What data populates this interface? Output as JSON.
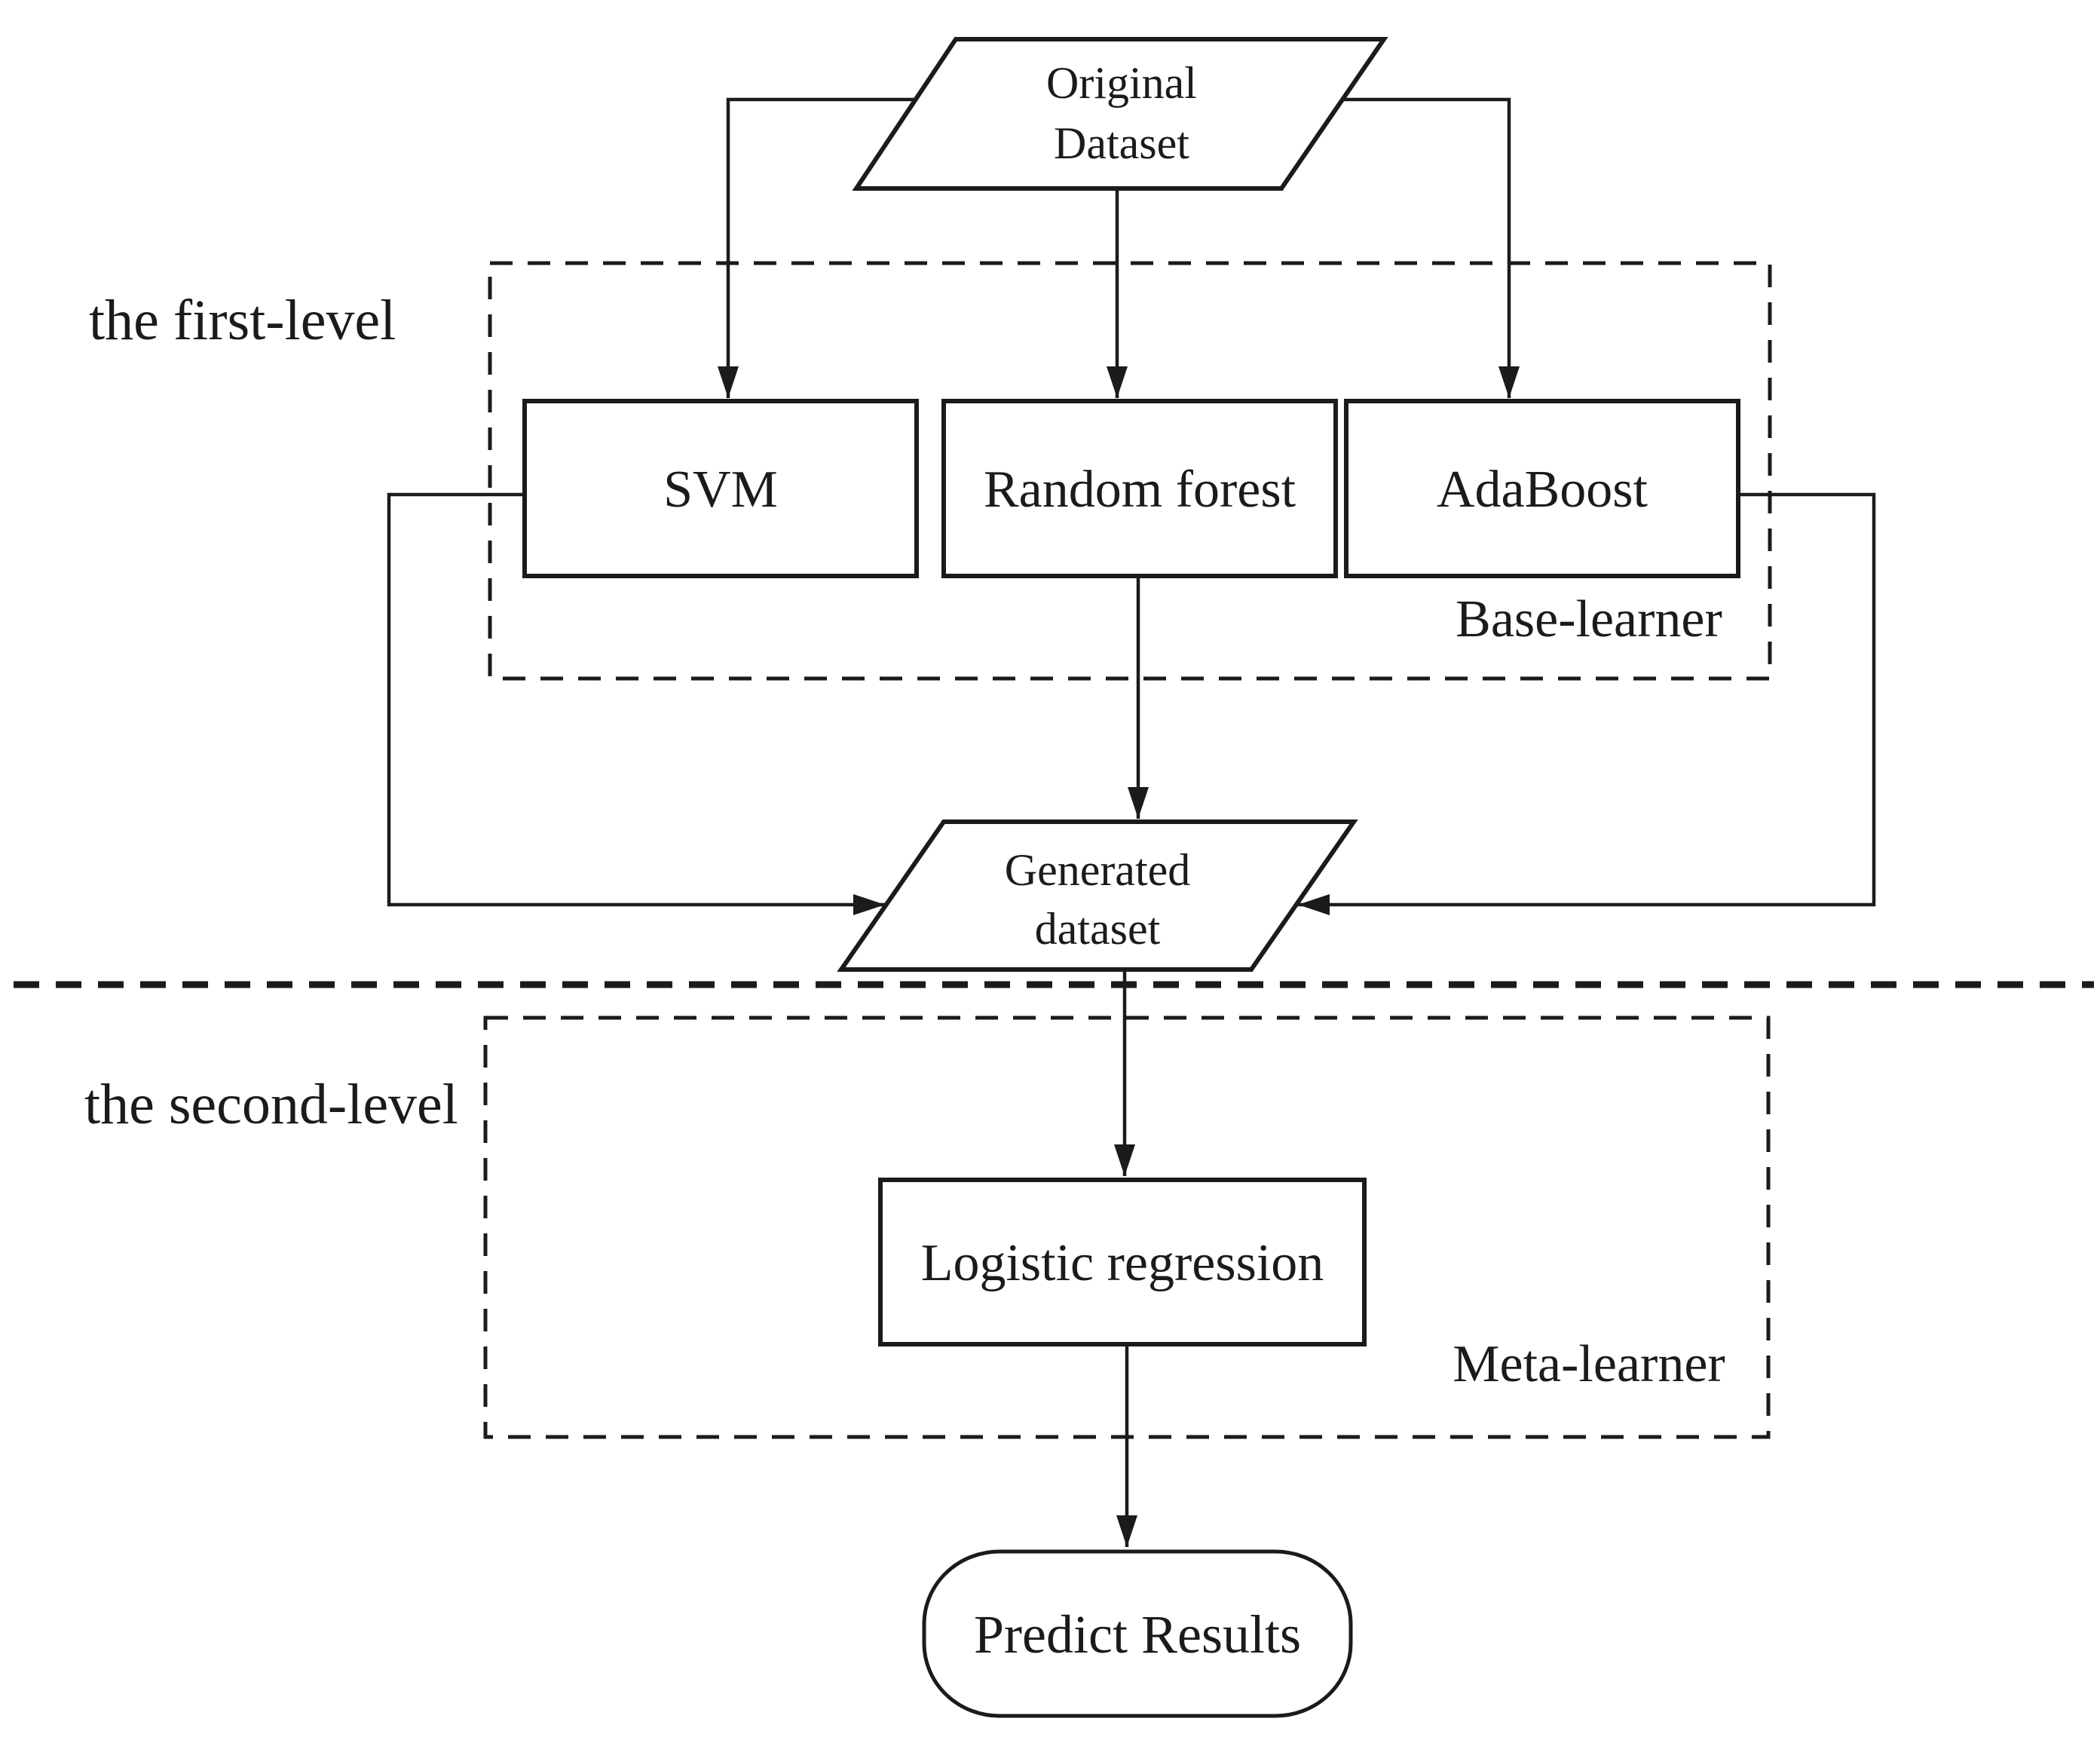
{
  "colors": {
    "stroke": "#1b1b1b",
    "background": "#ffffff"
  },
  "regions": {
    "first_level": {
      "side_label": "the first-level",
      "inner_label": "Base-learner"
    },
    "second_level": {
      "side_label": "the second-level",
      "inner_label": "Meta-learner"
    }
  },
  "nodes": {
    "original_dataset": {
      "shape": "parallelogram",
      "text_line1": "Original",
      "text_line2": "Dataset"
    },
    "svm": {
      "shape": "rectangle",
      "label": "SVM"
    },
    "random_forest": {
      "shape": "rectangle",
      "label": "Random forest"
    },
    "adaboost": {
      "shape": "rectangle",
      "label": "AdaBoost"
    },
    "generated_dataset": {
      "shape": "parallelogram",
      "text_line1": "Generated",
      "text_line2": "dataset"
    },
    "logistic_regression": {
      "shape": "rectangle",
      "label": "Logistic regression"
    },
    "predict_results": {
      "shape": "terminator",
      "label": "Predict Results"
    }
  },
  "edges": [
    {
      "from": "original_dataset",
      "to": "svm"
    },
    {
      "from": "original_dataset",
      "to": "random_forest"
    },
    {
      "from": "original_dataset",
      "to": "adaboost"
    },
    {
      "from": "svm",
      "to": "generated_dataset"
    },
    {
      "from": "random_forest",
      "to": "generated_dataset"
    },
    {
      "from": "adaboost",
      "to": "generated_dataset"
    },
    {
      "from": "generated_dataset",
      "to": "logistic_regression"
    },
    {
      "from": "logistic_regression",
      "to": "predict_results"
    }
  ]
}
